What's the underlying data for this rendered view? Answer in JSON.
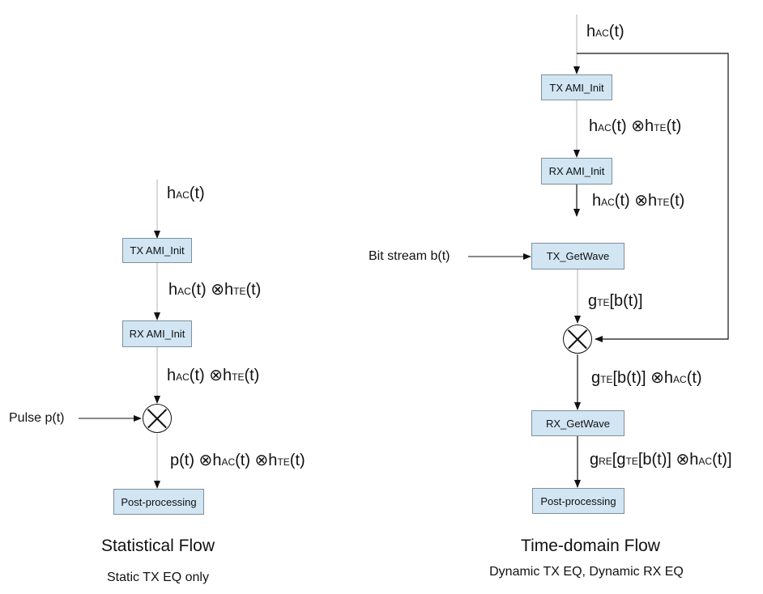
{
  "statistical": {
    "labels": {
      "l1": {
        "a": "h",
        "b": "AC",
        "c": "(t)"
      },
      "l2": {
        "a": "h",
        "b": "AC",
        "c": "(t) ⊗h",
        "d": "TE",
        "e": "(t)"
      },
      "l3": {
        "a": "h",
        "b": "AC",
        "c": "(t) ⊗h",
        "d": "TE",
        "e": "(t)"
      },
      "l4": {
        "a": "p(t) ⊗h",
        "b": "AC",
        "c": "(t) ⊗h",
        "d": "TE",
        "e": "(t)"
      }
    },
    "boxes": {
      "tx_init": "TX AMI_Init",
      "rx_init": "RX AMI_Init",
      "post": "Post-processing"
    },
    "input_label": "Pulse p(t)",
    "caption": "Statistical Flow",
    "subcaption": "Static TX EQ only"
  },
  "timedomain": {
    "labels": {
      "l1": {
        "a": "h",
        "b": "AC",
        "c": "(t)"
      },
      "l2": {
        "a": "h",
        "b": "AC",
        "c": "(t) ⊗h",
        "d": "TE",
        "e": "(t)"
      },
      "l3": {
        "a": "h",
        "b": "AC",
        "c": "(t) ⊗h",
        "d": "TE",
        "e": "(t)"
      },
      "l4": {
        "a": "g",
        "b": "TE",
        "c": "[b(t)]"
      },
      "l5": {
        "a": "g",
        "b": "TE",
        "c": "[b(t)] ⊗h",
        "d": "AC",
        "e": "(t)"
      },
      "l6": {
        "a": "g",
        "b": "RE",
        "c": "[g",
        "d": "TE",
        "e": "[b(t)] ⊗h",
        "f": "AC",
        "g": "(t)]"
      }
    },
    "boxes": {
      "tx_init": "TX AMI_Init",
      "rx_init": "RX AMI_Init",
      "tx_getwave": "TX_GetWave",
      "rx_getwave": "RX_GetWave",
      "post": "Post-processing"
    },
    "input_label": "Bit stream b(t)",
    "caption": "Time-domain Flow",
    "subcaption": "Dynamic TX EQ, Dynamic RX EQ"
  },
  "colors": {
    "box_fill": "#d1e5f3",
    "box_border": "#7f8f9c",
    "line": "#111111",
    "faint_line": "#b0b0b0"
  }
}
